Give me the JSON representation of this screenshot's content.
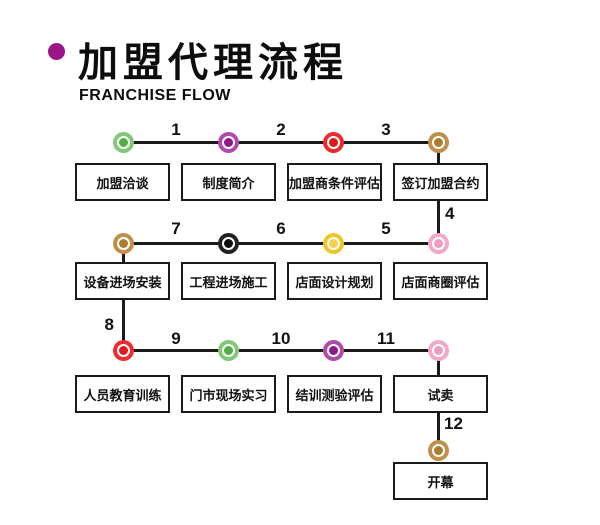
{
  "header": {
    "title": "加盟代理流程",
    "subtitle": "FRANCHISE FLOW"
  },
  "colors": {
    "title_bullet": "#9b1588",
    "line": "#1a1a1a"
  },
  "circle_palette": {
    "green": {
      "ring": "#82c878",
      "core": "#55ad49"
    },
    "purple": {
      "ring": "#b04aad",
      "core": "#8c1a89"
    },
    "red": {
      "ring": "#ee2b2e",
      "core": "#e1181b"
    },
    "brown": {
      "ring": "#c08f4a",
      "core": "#a97c30"
    },
    "black": {
      "ring": "#222222",
      "core": "#0c0c0c"
    },
    "yellow": {
      "ring": "#efc52a",
      "core": "#f5d04b"
    },
    "pink": {
      "ring": "#f2a8c8",
      "core": "#ef9dbf"
    }
  },
  "flow": {
    "rows": [
      {
        "circles": [
          "green",
          "purple",
          "red",
          "brown"
        ],
        "numbers": [
          "1",
          "2",
          "3"
        ],
        "boxes": [
          "加盟洽谈",
          "制度简介",
          "加盟商条件评估",
          "签订加盟合约"
        ]
      },
      {
        "circles": [
          "brown",
          "black",
          "yellow",
          "pink"
        ],
        "numbers": [
          "7",
          "6",
          "5"
        ],
        "boxes": [
          "设备进场安装",
          "工程进场施工",
          "店面设计规划",
          "店面商圈评估"
        ]
      },
      {
        "circles": [
          "red",
          "green",
          "purple",
          "pink"
        ],
        "numbers": [
          "9",
          "10",
          "11"
        ],
        "boxes": [
          "人员教育训练",
          "门市现场实习",
          "结训测验评估",
          "试卖"
        ]
      }
    ],
    "vertical_connectors": [
      {
        "number": "4"
      },
      {
        "number": "8"
      },
      {
        "number": "12"
      }
    ],
    "final": {
      "circle": "brown",
      "box": "开幕"
    }
  }
}
